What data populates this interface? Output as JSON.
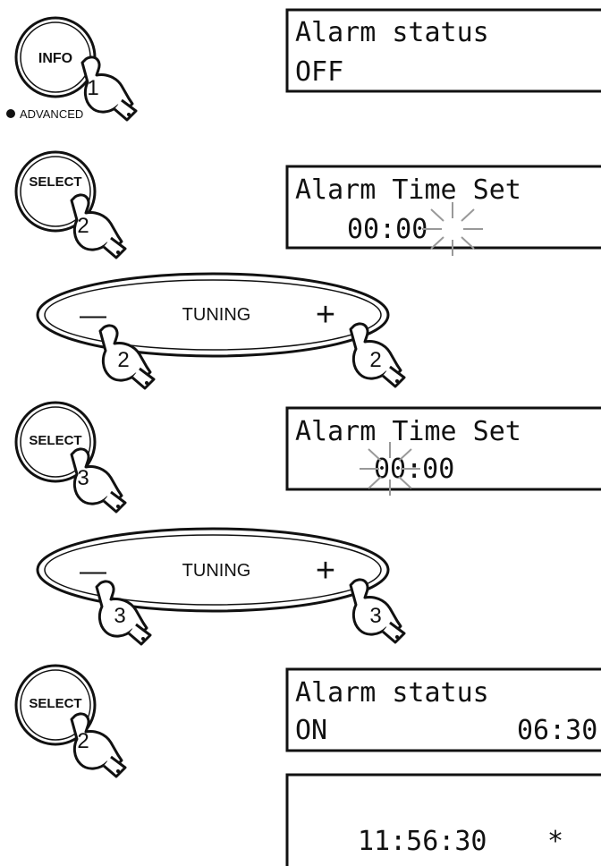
{
  "steps": [
    {
      "button": "INFO",
      "finger": "1",
      "sub_label": "ADVANCED",
      "lcd": {
        "line1": "Alarm status",
        "line2": "OFF"
      }
    },
    {
      "button": "SELECT",
      "finger": "2",
      "lcd": {
        "line1": "Alarm Time Set",
        "line2": "00:00",
        "flashing": "minutes"
      }
    },
    {
      "tuning": {
        "label": "TUNING",
        "minus": "—",
        "plus": "+",
        "finger_left": "2",
        "finger_right": "2"
      }
    },
    {
      "button": "SELECT",
      "finger": "3",
      "lcd": {
        "line1": "Alarm Time Set",
        "line2": "00:00",
        "flashing": "hours"
      }
    },
    {
      "tuning": {
        "label": "TUNING",
        "minus": "—",
        "plus": "+",
        "finger_left": "3",
        "finger_right": "3"
      }
    },
    {
      "button": "SELECT",
      "finger": "2",
      "lcd": {
        "line1": "Alarm status",
        "line2_left": "ON",
        "line2_right": "06:30"
      }
    },
    {
      "lcd": {
        "line1": "11:56:30",
        "symbol": "*"
      }
    }
  ]
}
